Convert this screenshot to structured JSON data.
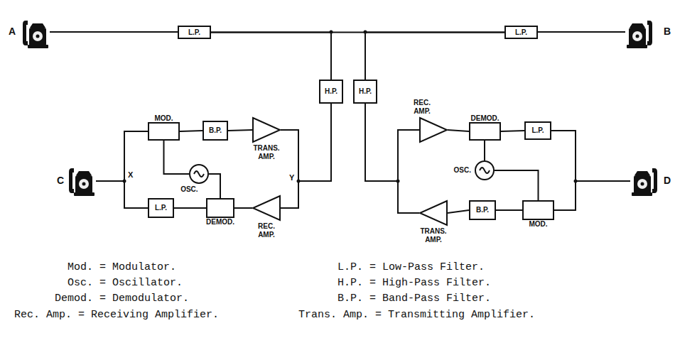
{
  "diagram": {
    "nodes": [
      {
        "text": [
          "L.P."
        ]
      },
      {
        "text": [
          "L.P."
        ]
      },
      {
        "text": [
          "H.P."
        ]
      },
      {
        "text": [
          "H.P."
        ]
      },
      {
        "text": [
          "MOD."
        ]
      },
      {
        "text": [
          "B.P."
        ]
      },
      {
        "text": [
          "TRANS. AMP."
        ]
      },
      {
        "text": [
          "OSC."
        ]
      },
      {
        "text": [
          "L.P."
        ]
      },
      {
        "text": [
          "DEMOD."
        ]
      },
      {
        "text": [
          "REC. AMP."
        ]
      },
      {
        "text": [
          "REC. AMP."
        ]
      },
      {
        "text": [
          "DEMOD."
        ]
      },
      {
        "text": [
          "L.P."
        ]
      },
      {
        "text": [
          "OSC."
        ]
      },
      {
        "text": [
          "TRANS. AMP."
        ]
      },
      {
        "text": [
          "B.P."
        ]
      },
      {
        "text": [
          "MOD."
        ]
      }
    ],
    "edges": [
      {
        "from": 0,
        "to": 1,
        "arrow": "none"
      },
      {
        "from": 2,
        "to": 0,
        "arrow": "none"
      },
      {
        "from": 3,
        "to": 1,
        "arrow": "none"
      },
      {
        "from": 4,
        "to": 8,
        "arrow": "none"
      },
      {
        "from": 4,
        "to": 5,
        "arrow": "none"
      },
      {
        "from": 5,
        "to": 6,
        "arrow": "none"
      },
      {
        "from": 6,
        "to": 2,
        "arrow": "none"
      },
      {
        "from": 10,
        "to": 2,
        "arrow": "none"
      },
      {
        "from": 7,
        "to": 4,
        "arrow": "none"
      },
      {
        "from": 7,
        "to": 9,
        "arrow": "none"
      },
      {
        "from": 9,
        "to": 8,
        "arrow": "none"
      },
      {
        "from": 10,
        "to": 9,
        "arrow": "none"
      },
      {
        "from": 3,
        "to": 11,
        "arrow": "none"
      },
      {
        "from": 3,
        "to": 15,
        "arrow": "none"
      },
      {
        "from": 11,
        "to": 12,
        "arrow": "none"
      },
      {
        "from": 12,
        "to": 13,
        "arrow": "none"
      },
      {
        "from": 14,
        "to": 12,
        "arrow": "none"
      },
      {
        "from": 14,
        "to": 17,
        "arrow": "none"
      },
      {
        "from": 17,
        "to": 16,
        "arrow": "none"
      },
      {
        "from": 16,
        "to": 15,
        "arrow": "none"
      },
      {
        "from": 13,
        "to": 17,
        "arrow": "none"
      }
    ],
    "labels": [
      "A",
      "B",
      "C",
      "X",
      "Y",
      "D",
      "Mod. = Modulator.",
      "L.P. = Low-Pass Filter.",
      "Osc. = Oscillator.",
      "H.P. = High-Pass Filter.",
      "Demod. = Demodulator.",
      "B.P. = Band-Pass Filter.",
      "Rec. Amp. = Receiving Amplifier.",
      "Trans. Amp. = Transmitting Amplifier."
    ]
  }
}
